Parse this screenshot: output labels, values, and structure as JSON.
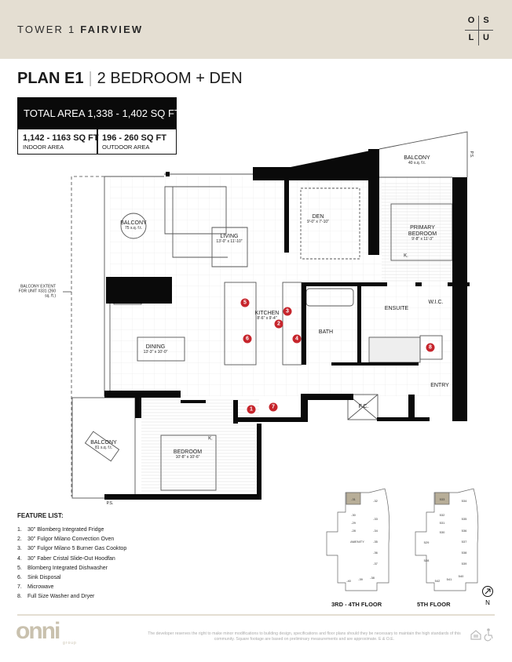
{
  "header": {
    "tower_prefix": "TOWER 1",
    "tower_name": "FAIRVIEW",
    "logo_letters": [
      "O",
      "S",
      "L",
      "U"
    ]
  },
  "plan": {
    "name": "PLAN E1",
    "type": "2 BEDROOM + DEN"
  },
  "areas": {
    "total": "TOTAL AREA 1,338 - 1,402 SQ FT",
    "indoor_value": "1,142 - 1163 SQ FT",
    "indoor_label": "INDOOR AREA",
    "outdoor_value": "196 - 260 SQ FT",
    "outdoor_label": "OUTDOOR AREA"
  },
  "rooms": {
    "balcony_top": {
      "name": "BALCONY",
      "size": "40 s.q. f.t."
    },
    "balcony_left": {
      "name": "BALCONY",
      "size": "75 s.q. f.t."
    },
    "living": {
      "name": "LIVING",
      "size": "13'-0\" x 11'-10\""
    },
    "den": {
      "name": "DEN",
      "size": "9'-0\" x 7'-10\""
    },
    "primary": {
      "name": "PRIMARY BEDROOM",
      "size": "9'-8\" x 11'-3\""
    },
    "kitchen": {
      "name": "KITCHEN",
      "size": "8'-6\" x 9'-4\""
    },
    "bath": {
      "name": "BATH"
    },
    "ensuite": {
      "name": "ENSUITE"
    },
    "wic": {
      "name": "W.I.C."
    },
    "dining": {
      "name": "DINING",
      "size": "13'-3\" x 10'-0\""
    },
    "entry": {
      "name": "ENTRY"
    },
    "fc": {
      "name": "F.C."
    },
    "balcony_bottom": {
      "name": "BALCONY",
      "size": "81 s.q. f.t."
    },
    "bedroom": {
      "name": "BEDROOM",
      "size": "10'-8\" x 10'-6\""
    },
    "balcony_extent": "BALCONY EXTENT FOR UNIT #331 (260 sq. ft.)",
    "ps": "P.S.",
    "k": "K."
  },
  "markers": [
    "1",
    "2",
    "3",
    "4",
    "5",
    "6",
    "7",
    "8"
  ],
  "features": {
    "heading": "FEATURE LIST:",
    "items": [
      {
        "n": "1.",
        "text": "30\" Blomberg Integrated Fridge"
      },
      {
        "n": "2.",
        "text": "30\" Fulgor Milano Convection Oven"
      },
      {
        "n": "3.",
        "text": "30\" Fulgor Milano 5 Burner Gas Cooktop"
      },
      {
        "n": "4.",
        "text": "30\" Faber Cristal Slide-Out Hoodfan"
      },
      {
        "n": "5.",
        "text": "Blomberg Integrated Dishwasher"
      },
      {
        "n": "6.",
        "text": "Sink Disposal"
      },
      {
        "n": "7.",
        "text": "Microwave"
      },
      {
        "n": "8.",
        "text": "Full Size Washer and Dryer"
      }
    ]
  },
  "keyplans": {
    "floor_a": "3RD - 4TH FLOOR",
    "floor_b": "5TH FLOOR",
    "units_a": [
      "-31",
      "-32",
      "-30",
      "-29",
      "-28",
      "-33",
      "-34",
      "-35",
      "-36",
      "-37",
      "-38",
      "-39",
      "-40"
    ],
    "units_b": [
      "533",
      "534",
      "532",
      "531",
      "530",
      "529",
      "528",
      "535",
      "536",
      "537",
      "538",
      "539",
      "540",
      "541",
      "542"
    ],
    "amenity": "AMENITY",
    "north": "N",
    "highlight_color": "#b8ae98"
  },
  "footer": {
    "brand": "onni",
    "brand_sub": "group",
    "disclaimer": "The developer reserves the right to make minor modifications to building design, specifications and floor plans should they be necessary to maintain the high standards of this community. Square footage are based on preliminary measurements and are approximate. E & O.E.",
    "icons": [
      "equal-housing-icon",
      "accessibility-icon"
    ]
  },
  "colors": {
    "header_bg": "#e4ded2",
    "marker": "#c6252c",
    "wall": "#0a0a0a"
  }
}
